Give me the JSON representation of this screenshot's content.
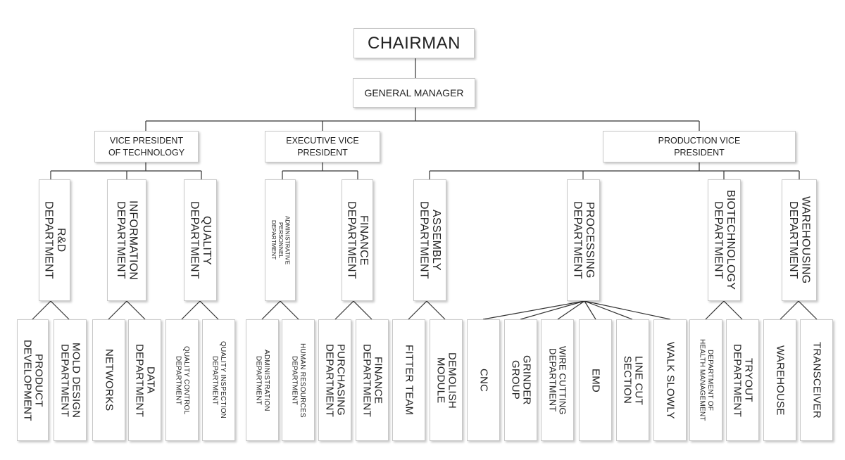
{
  "chairman": "CHAIRMAN",
  "general_manager": "GENERAL MANAGER",
  "vice_presidents": {
    "technology": "VICE PRESIDENT\nOF TECHNOLOGY",
    "executive": "EXECUTIVE VICE\nPRESIDENT",
    "production": "PRODUCTION VICE\nPRESIDENT"
  },
  "departments": {
    "rnd": "R&D\nDEPARTMENT",
    "information": "INFORMATION\nDEPARTMENT",
    "quality": "QUALITY\nDEPARTMENT",
    "admin_personnel": "ADMINISTRATIVE\nPERSONNEL\nDEPARTMENT",
    "finance": "FINANCE\nDEPARTMENT",
    "assembly": "ASSEMBLY\nDEPARTMENT",
    "processing": "PROCESSING\nDEPARTMENT",
    "biotechnology": "BIOTECHNOLOGY\nDEPARTMENT",
    "warehousing": "WAREHOUSING\nDEPARTMENT"
  },
  "units": {
    "product_development": "PRODUCT\nDEVELOPMENT",
    "mold_design": "MOLD DESIGN\nDEPARTMENT",
    "networks": "NETWORKS",
    "data": "DATA\nDEPARTMENT",
    "quality_control": "QUALITY CONTROL\nDEPARTMENT",
    "quality_inspection": "QUALITY INSPECTION\nDEPARTMENT",
    "administration": "ADMINISTRATION\nDEPARTMENT",
    "human_resources": "HUMAN RESOURCES\nDEPARTMENT",
    "purchasing": "PURCHASING\nDEPARTMENT",
    "finance_unit": "FINANCE\nDEPARTMENT",
    "fitter_team": "FITTER TEAM",
    "demolish_module": "DEMOLISH\nMODULE",
    "cnc": "CNC",
    "grinder_group": "GRINDER\nGROUP",
    "wire_cutting": "WIRE CUTTING\nDEPARTMENT",
    "emd": "EMD",
    "line_cut": "LINE CUT\nSECTION",
    "walk_slowly": "WALK SLOWLY",
    "health_management": "DEPARTMENT OF\nHEALTH MANAGEMENT",
    "tryout": "TRYOUT\nDEPARTMENT",
    "warehouse": "WAREHOUSE",
    "transceiver": "TRANSCEIVER"
  }
}
